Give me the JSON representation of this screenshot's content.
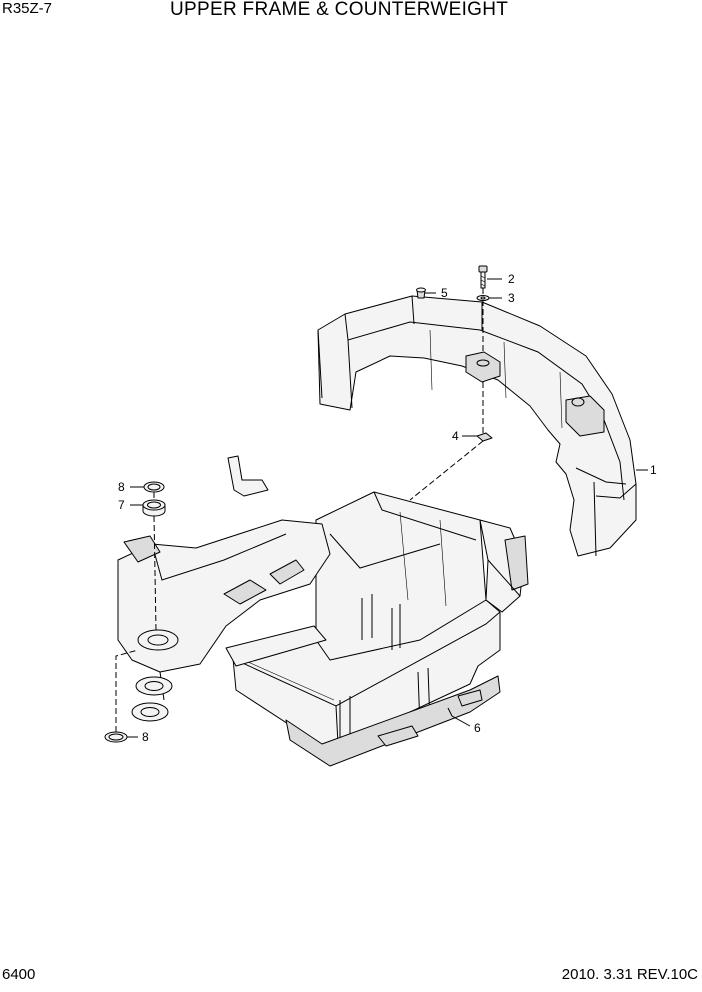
{
  "header": {
    "model": "R35Z-7",
    "title": "UPPER FRAME & COUNTERWEIGHT"
  },
  "footer": {
    "page_number": "6400",
    "revision": "2010. 3.31  REV.10C"
  },
  "callouts": [
    {
      "id": "c1",
      "label": "1"
    },
    {
      "id": "c2",
      "label": "2"
    },
    {
      "id": "c3",
      "label": "3"
    },
    {
      "id": "c4",
      "label": "4"
    },
    {
      "id": "c5",
      "label": "5"
    },
    {
      "id": "c6",
      "label": "6"
    },
    {
      "id": "c7",
      "label": "7"
    },
    {
      "id": "c8a",
      "label": "8"
    },
    {
      "id": "c8b",
      "label": "8"
    }
  ]
}
